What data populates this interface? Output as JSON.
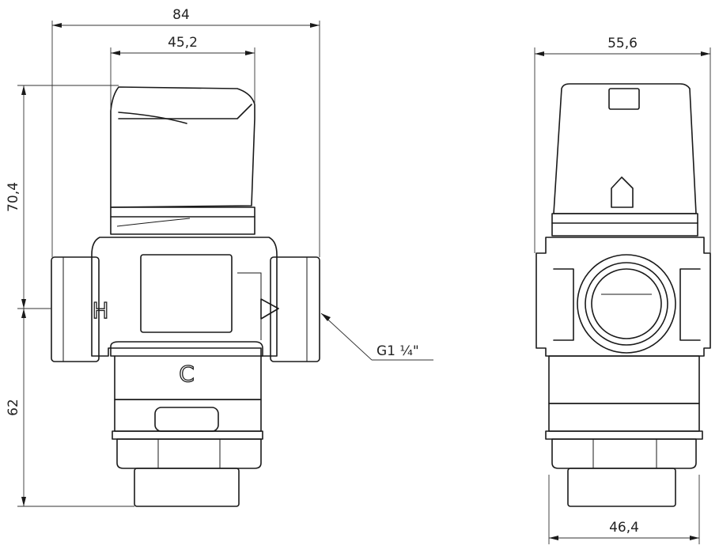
{
  "dimensions": {
    "overall_width": "84",
    "cap_width": "45,2",
    "upper_height": "70,4",
    "lower_height": "62",
    "side_width": "55,6",
    "outlet_width": "46,4"
  },
  "thread_callout": "G1 ¼\"",
  "port_marks": {
    "hot": "H",
    "cold": "C"
  }
}
